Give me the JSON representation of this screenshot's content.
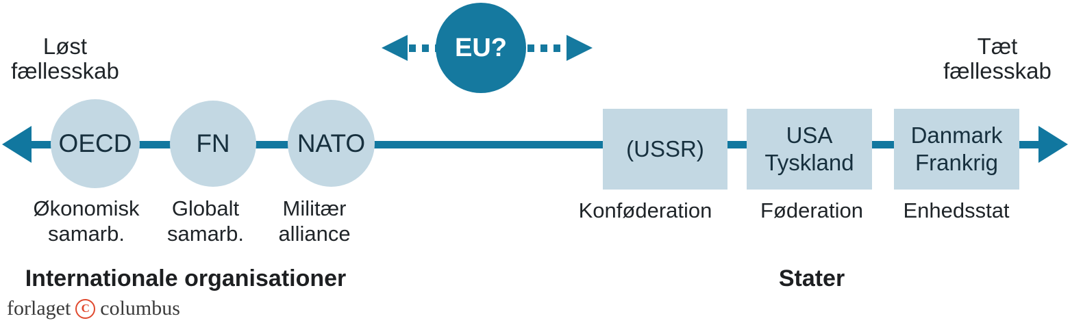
{
  "endpoints": {
    "left": "Løst\nfællesskab",
    "right": "Tæt\nfællesskab"
  },
  "eu": {
    "label": "EU?"
  },
  "organizations": {
    "heading": "Internationale organisationer",
    "items": [
      {
        "label": "OECD",
        "description": "Økonomisk\nsamarb."
      },
      {
        "label": "FN",
        "description": "Globalt\nsamarb."
      },
      {
        "label": "NATO",
        "description": "Militær\nalliance"
      }
    ]
  },
  "states": {
    "heading": "Stater",
    "items": [
      {
        "label": "(USSR)",
        "description": "Konføderation"
      },
      {
        "label": "USA\nTyskland",
        "description": "Føderation"
      },
      {
        "label": "Danmark\nFrankrig",
        "description": "Enhedsstat"
      }
    ]
  },
  "footer": {
    "publisher_left": "forlaget",
    "copyright_letter": "C",
    "publisher_right": "columbus"
  },
  "colors": {
    "accent_teal": "#15799f",
    "shape_light_blue": "#c3d8e3",
    "text_dark": "#1f2428",
    "logo_red": "#e0492e",
    "eu_text": "#ffffff"
  }
}
